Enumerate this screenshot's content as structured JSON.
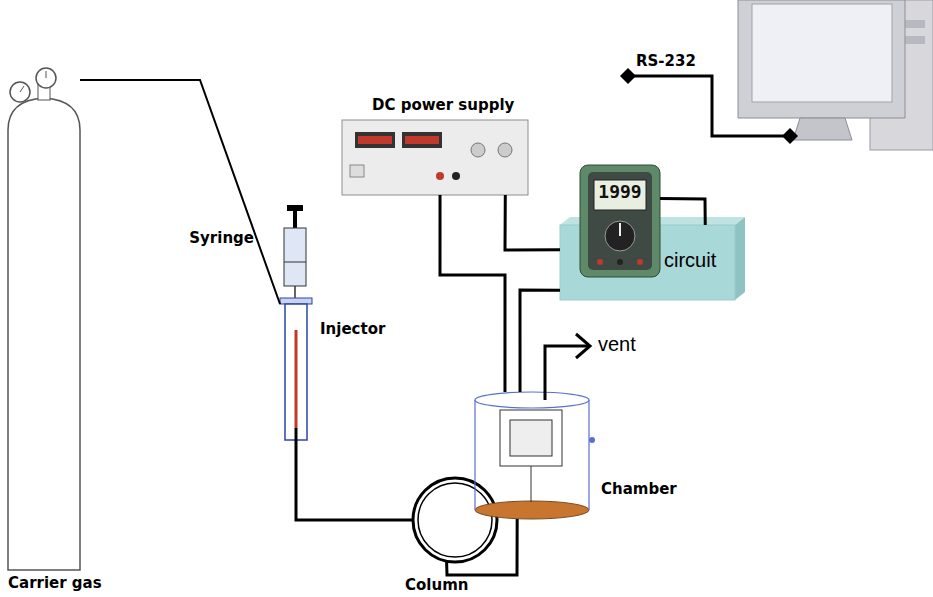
{
  "diagram": {
    "nodes": [
      {
        "text": [
          "Carrier gas"
        ]
      },
      {
        "text": [
          "Syringe"
        ]
      },
      {
        "text": [
          "Injector"
        ]
      },
      {
        "text": [
          "Column"
        ]
      },
      {
        "text": [
          "Chamber"
        ]
      },
      {
        "text": [
          "DC power supply"
        ]
      },
      {
        "text": [
          "circuit"
        ]
      },
      {
        "text": [
          "1999"
        ]
      }
    ],
    "edges": [
      {
        "from": 0,
        "to": 2,
        "arrow": "none"
      },
      {
        "from": 2,
        "to": 3,
        "arrow": "none"
      },
      {
        "from": 3,
        "to": 4,
        "arrow": "none"
      },
      {
        "from": 5,
        "to": 6,
        "arrow": "none"
      },
      {
        "from": 5,
        "to": 4,
        "arrow": "none"
      },
      {
        "from": 6,
        "to": 4,
        "arrow": "none"
      },
      {
        "from": 7,
        "to": 6,
        "arrow": "none"
      }
    ],
    "labels": [
      "RS-232",
      "vent"
    ]
  }
}
